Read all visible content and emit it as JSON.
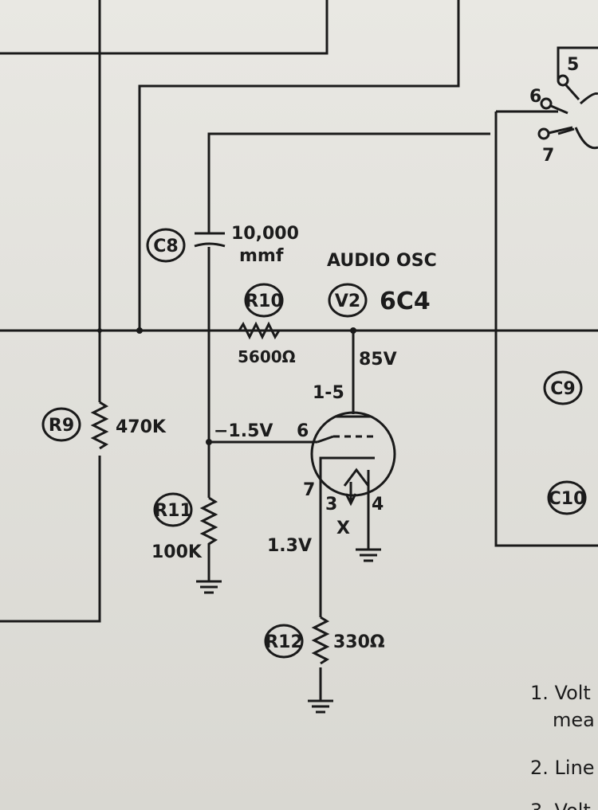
{
  "components": {
    "c8": {
      "ref": "C8",
      "value_line1": "10,000",
      "value_line2": "mmf"
    },
    "r10": {
      "ref": "R10",
      "value": "5600Ω"
    },
    "v2": {
      "ref": "V2",
      "title": "AUDIO OSC",
      "type": "6C4"
    },
    "r9": {
      "ref": "R9",
      "value": "470K"
    },
    "r11": {
      "ref": "R11",
      "value": "100K"
    },
    "r12": {
      "ref": "R12",
      "value": "330Ω"
    },
    "c9": {
      "ref": "C9"
    },
    "c10": {
      "ref": "C10"
    }
  },
  "voltages": {
    "plate": "85V",
    "grid": "−1.5V",
    "cathode": "1.3V"
  },
  "pins": {
    "plate": "1-5",
    "grid": "6",
    "cathode": "7",
    "heater_a": "3",
    "heater_b": "4",
    "heater_mark": "X"
  },
  "switch_positions": [
    "5",
    "6",
    "7"
  ],
  "notes": [
    "1. Volt",
    "mea",
    "2. Line",
    "3. Volt"
  ]
}
